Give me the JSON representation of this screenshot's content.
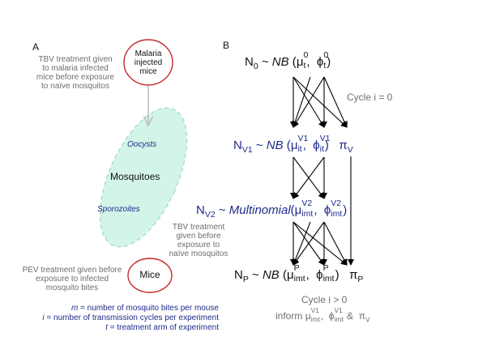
{
  "panels": {
    "a_label": "A",
    "b_label": "B"
  },
  "left": {
    "tbv_mice_note": [
      "TBV treatment given",
      "to malaria infected",
      "mice before exposure",
      "to naïve mosquitos"
    ],
    "infected_mice_node": [
      "Malaria",
      "injected",
      "mice"
    ],
    "oocysts": "Oocysts",
    "mosquitoes": "Mosquitoes",
    "sporozoites": "Sporozoites",
    "tbv_before_note": [
      "TBV treatment",
      "given before",
      "exposure to",
      "naïve mosquitos"
    ],
    "pev_note": [
      "PEV treatment given before",
      "exposure to infected",
      "mosquito bites"
    ],
    "mice_node": "Mice",
    "legend": [
      {
        "symbol": "m",
        "text": "= number of mosquito bites per mouse"
      },
      {
        "symbol": "i",
        "text": "= number of transmission cycles per experiment"
      },
      {
        "symbol": "t",
        "text": "= treatment arm of experiment"
      }
    ]
  },
  "right": {
    "n0": {
      "var": "N",
      "var_sub": "0",
      "dist": "NB",
      "mu": "μ",
      "mu_sup": "0",
      "mu_sub": "t",
      "phi": "ϕ",
      "phi_sup": "0",
      "phi_sub": "t"
    },
    "cycle0": "Cycle i = 0",
    "nv1": {
      "var": "N",
      "var_sub": "V1",
      "dist": "NB",
      "mu": "μ",
      "mu_sup": "V1",
      "mu_sub": "it",
      "phi": "ϕ",
      "phi_sup": "V1",
      "phi_sub": "it",
      "pi": "π",
      "pi_sub": "V"
    },
    "nv2": {
      "var": "N",
      "var_sub": "V2",
      "dist": "Multinomial",
      "mu": "μ",
      "mu_sup": "V2",
      "mu_sub": "imt",
      "phi": "ϕ",
      "phi_sup": "V2",
      "phi_sub": "imt"
    },
    "np": {
      "var": "N",
      "var_sub": "P",
      "dist": "NB",
      "mu": "μ",
      "mu_sup": "P",
      "mu_sub": "imt",
      "phi": "ϕ",
      "phi_sup": "P",
      "phi_sub": "imt",
      "pi": "π",
      "pi_sub": "P"
    },
    "cycle_gt0": "Cycle i > 0",
    "inform": {
      "word": "inform",
      "mu": "μ",
      "mu_sup": "V1",
      "mu_sub": "imt",
      "phi": "ϕ",
      "phi_sup": "V1",
      "phi_sub": "imt",
      "amp": "&",
      "pi": "π",
      "pi_sub": "V"
    }
  },
  "colors": {
    "node_outline": "#c8282b",
    "mosquito_fill": "#d3f4e9",
    "mosquito_dash": "#9ad9c6",
    "arrow_grey": "#bdbdbd",
    "blue_text": "#1f2a8a",
    "grey_text": "#6e6e6e"
  }
}
